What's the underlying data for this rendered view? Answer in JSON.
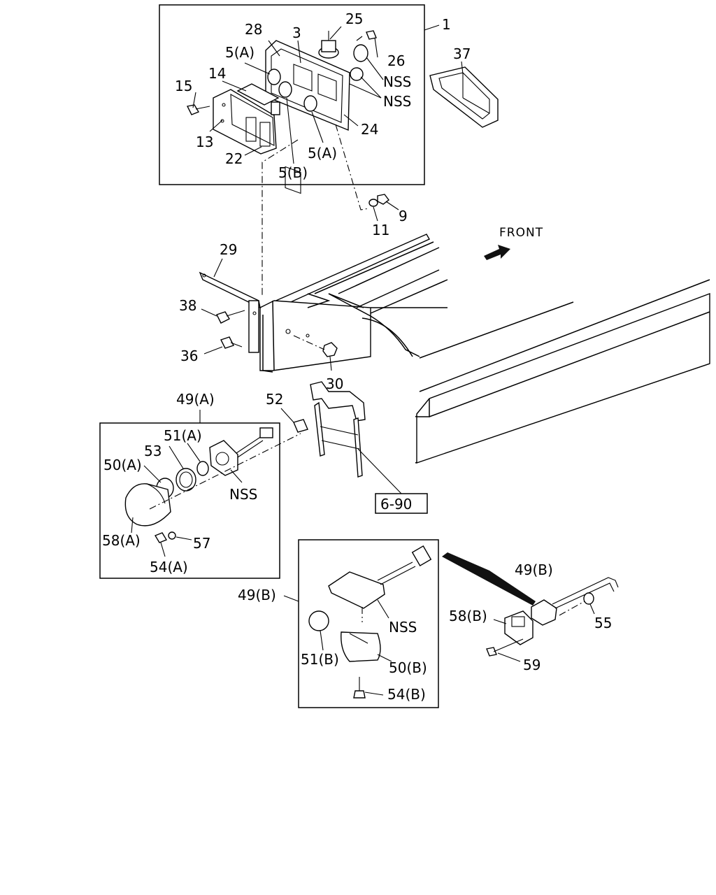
{
  "labels": {
    "l1": "1",
    "l3": "3",
    "l9": "9",
    "l11": "11",
    "l13": "13",
    "l14": "14",
    "l15": "15",
    "l22": "22",
    "l24": "24",
    "l25": "25",
    "l26": "26",
    "l28": "28",
    "l29": "29",
    "l30": "30",
    "l36": "36",
    "l37": "37",
    "l38": "38",
    "l5a_top": "5(A)",
    "l5a_bot": "5(A)",
    "l5b": "5(B)",
    "nss1": "NSS",
    "nss2": "NSS",
    "nss3": "NSS",
    "nss4": "NSS",
    "l49a": "49(A)",
    "l50a": "50(A)",
    "l51a": "51(A)",
    "l52": "52",
    "l53": "53",
    "l54a": "54(A)",
    "l57": "57",
    "l58a": "58(A)",
    "ref": "6-90",
    "l49b_box": "49(B)",
    "l49b_r": "49(B)",
    "l50b": "50(B)",
    "l51b": "51(B)",
    "l54b": "54(B)",
    "l55": "55",
    "l58b": "58(B)",
    "l59": "59"
  },
  "front_label": "FRONT",
  "icons": [
    "front-arrow-icon"
  ]
}
